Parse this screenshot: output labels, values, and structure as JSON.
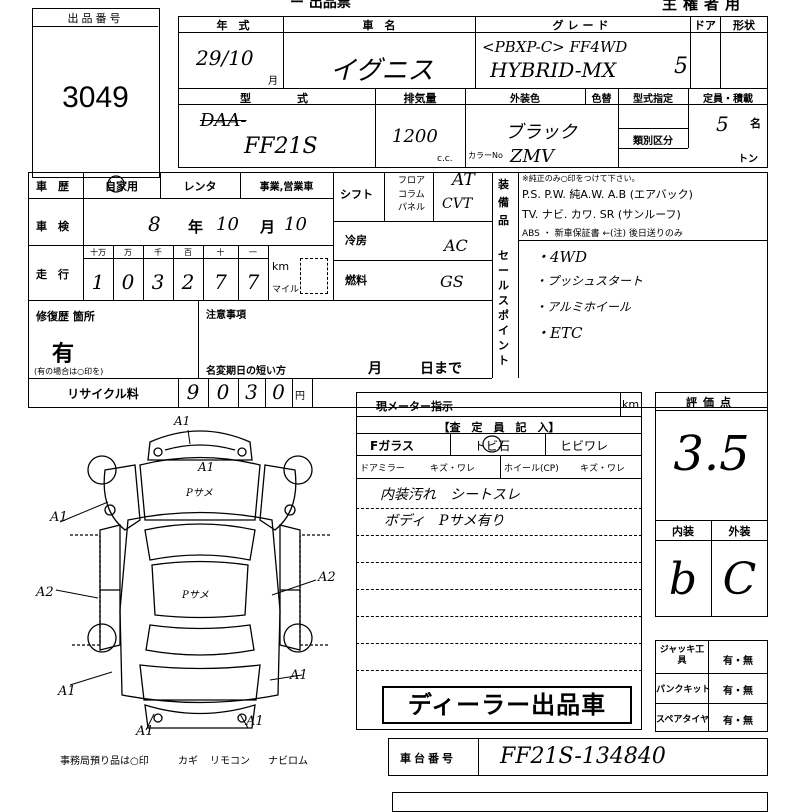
{
  "header": {
    "title_partial": "ー 出品票",
    "owner_label": "主権者用"
  },
  "lot": {
    "label": "出品番号",
    "number": "3049"
  },
  "row1": {
    "year_label": "年　式",
    "year_value": "29/10",
    "month_suffix": "月",
    "name_label": "車　名",
    "name_value": "イグニス",
    "grade_label": "グレード",
    "grade_line1": "<PBXP-C> FF4WD",
    "grade_line2": "HYBRID-MX",
    "door_label": "ドア",
    "door_value": "5",
    "shape_label": "形状"
  },
  "row2": {
    "model_label": "型　　式",
    "model_line1": "DAA-",
    "model_line2": "FF21S",
    "disp_label": "排気量",
    "disp_value": "1200",
    "cc": "c.c.",
    "color_label": "外装色",
    "color_value": "ブラック",
    "repaint_label": "色替",
    "color_no_label": "カラーNo",
    "color_no_value": "ZMV",
    "type_spec_label": "型式指定",
    "class_label": "類別区分",
    "capacity_label": "定員・積載",
    "capacity_value": "5",
    "capacity_unit": "名",
    "ton_unit": "トン"
  },
  "history": {
    "label": "車　歴",
    "options": [
      "自家用",
      "レンタ",
      "事業,営業車"
    ],
    "selected": "家"
  },
  "inspection": {
    "label": "車　検",
    "year_value": "8",
    "year_unit": "年",
    "month_value": "10",
    "month_unit": "月",
    "day_value": "10"
  },
  "mileage": {
    "label": "走　行",
    "units": [
      "十万",
      "万",
      "千",
      "百",
      "十",
      "一"
    ],
    "digits": [
      "1",
      "0",
      "3",
      "2",
      "7",
      "7"
    ],
    "km_label": "km",
    "mile_label": "マイル"
  },
  "shift": {
    "label": "シフト",
    "options": [
      "フロア",
      "コラム",
      "パネル"
    ],
    "value": "AT",
    "col": "CVT"
  },
  "ac": {
    "label": "冷房",
    "value": "AC"
  },
  "fuel": {
    "label": "燃料",
    "value": "GS"
  },
  "equipment": {
    "label": "装備品",
    "note": "※純正のみ○印をつけて下さい。",
    "line1": "P.S.  P.W.  純A.W.  A.B (エアバック)",
    "line2": "TV. ナビ. カワ. SR (サンルーフ)",
    "line3": "ABS ・ 新車保証書 ←(注) 後日送りのみ"
  },
  "sales_points": {
    "label": "セールスポイント",
    "items": [
      "・4WD",
      "・プッシュスタート",
      "・アルミホイール",
      "・ETC"
    ]
  },
  "repair": {
    "label": "修復歴 箇所",
    "value": "有",
    "note": "(有の場合は○印を)"
  },
  "notes": {
    "label": "注意事項",
    "name_change": "名変期日の短い方",
    "month": "月",
    "day": "日まで"
  },
  "recycle": {
    "label": "リサイクル料",
    "digits": [
      "9",
      "0",
      "3",
      "0"
    ],
    "unit": "円"
  },
  "diagram_marks": {
    "marks": [
      "A1",
      "A1",
      "A1",
      "A2",
      "A2",
      "A1",
      "A1",
      "A1",
      "A1"
    ],
    "notes": [
      "Pサメ",
      "Pサメ"
    ]
  },
  "meter": {
    "label": "現メーター指示",
    "unit": "km"
  },
  "inspector": {
    "label": "【査　定　員　記　入】",
    "fglass": "Fガラス",
    "chip": "トビ石",
    "crack": "ヒビワレ",
    "mirror": "ドアミラー",
    "mirror_opts": "キズ・ワレ",
    "wheel": "ホイール(CP)",
    "wheel_opts": "キズ・ワレ",
    "comment1": "内装汚れ　シートスレ",
    "comment2": "ボディ　Pサメ有り"
  },
  "score": {
    "label": "評価点",
    "value": "3.5",
    "interior_label": "内装",
    "exterior_label": "外装",
    "interior_value": "b",
    "exterior_value": "C"
  },
  "accessories": [
    {
      "label": "ジャッキ工具",
      "value": "有・無"
    },
    {
      "label": "パンクキット",
      "value": "有・無"
    },
    {
      "label": "スペアタイヤ",
      "value": "有・無"
    }
  ],
  "dealer_stamp": "ディーラー出品車",
  "vin": {
    "label": "車台番号",
    "value": "FF21S-134840"
  },
  "footer": {
    "office_note": "事務局預り品は○印",
    "items": [
      "カギ",
      "リモコン",
      "ナビロム"
    ]
  }
}
